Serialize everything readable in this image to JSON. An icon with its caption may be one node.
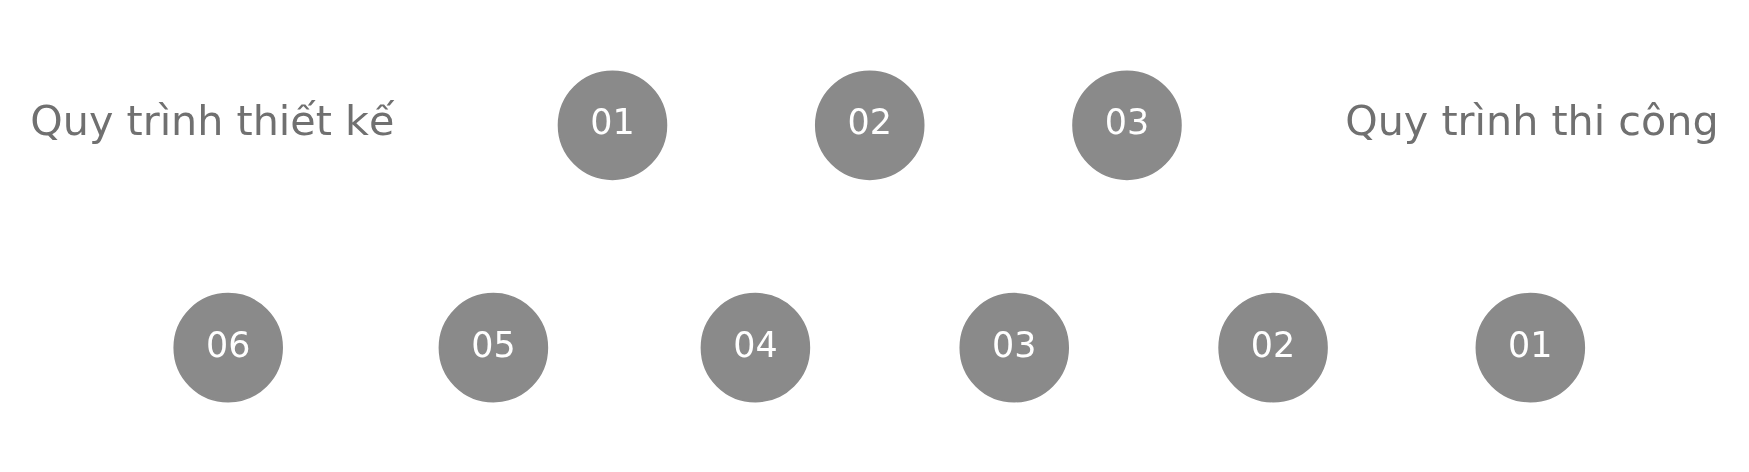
{
  "diagram": {
    "nodes": [
      {
        "text": [
          "01"
        ]
      },
      {
        "text": [
          "02"
        ]
      },
      {
        "text": [
          "03"
        ]
      },
      {
        "text": [
          "06"
        ]
      },
      {
        "text": [
          "05"
        ]
      },
      {
        "text": [
          "04"
        ]
      },
      {
        "text": [
          "03"
        ]
      },
      {
        "text": [
          "02"
        ]
      },
      {
        "text": [
          "01"
        ]
      }
    ],
    "edges": [],
    "labels": [
      "Quy trình thiết kế",
      "Quy trình thi công"
    ]
  }
}
